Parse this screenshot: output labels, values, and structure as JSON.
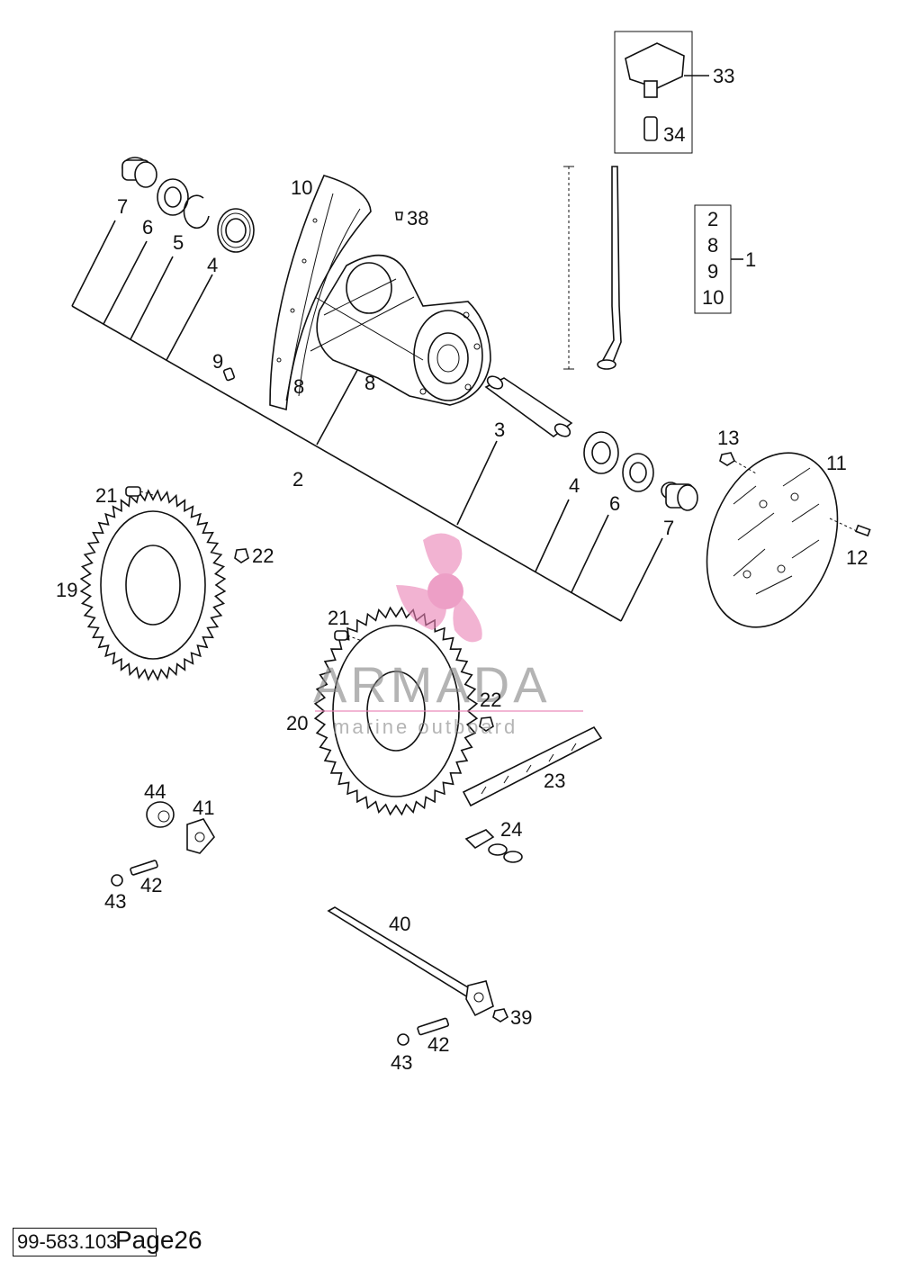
{
  "parts": {
    "p1": "1",
    "p2": "2",
    "p3": "3",
    "p4": "4",
    "p5": "5",
    "p6": "6",
    "p7": "7",
    "p8": "8",
    "p9": "9",
    "p10": "10",
    "p11": "11",
    "p12": "12",
    "p13": "13",
    "p19": "19",
    "p20": "20",
    "p21": "21",
    "p22": "22",
    "p23": "23",
    "p24": "24",
    "p33": "33",
    "p34": "34",
    "p38": "38",
    "p39": "39",
    "p40": "40",
    "p41": "41",
    "p42": "42",
    "p43": "43",
    "p44": "44"
  },
  "kit_box": {
    "items": [
      "2",
      "8",
      "9",
      "10"
    ],
    "kit_number": "1"
  },
  "watermark": {
    "brand": "ARMADA",
    "tagline": "marine outboard",
    "color": "#e87fb4"
  },
  "footer": {
    "code": "99-583.103",
    "page": "Page26"
  }
}
